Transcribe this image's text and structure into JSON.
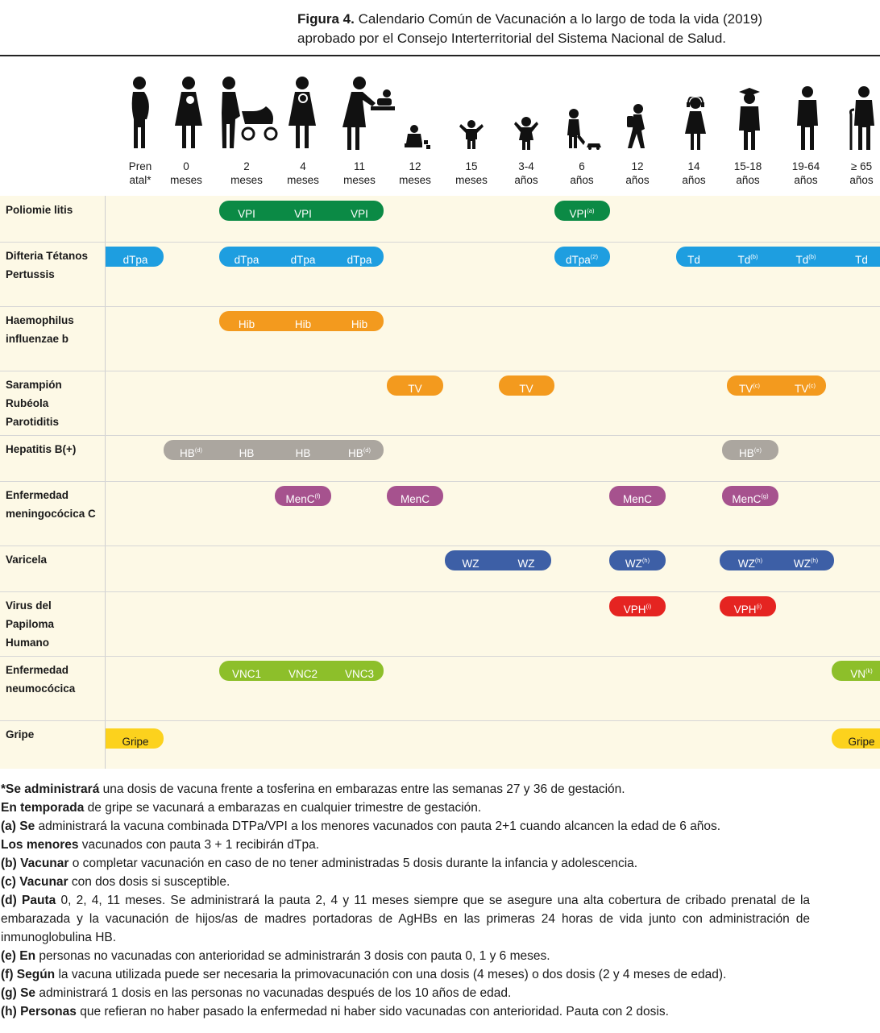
{
  "figure": {
    "title_bold": "Figura 4.",
    "title_line1": " Calendario Común de Vacunación a lo largo de toda la vida (2019)",
    "title_line2": "aprobado por el Consejo Interterritorial del Sistema Nacional de Salud."
  },
  "ages": [
    {
      "line1": "Pren",
      "line2": "atal*"
    },
    {
      "line1": "0",
      "line2": "meses"
    },
    {
      "line1": "2",
      "line2": "meses"
    },
    {
      "line1": "4",
      "line2": "meses"
    },
    {
      "line1": "11",
      "line2": "meses"
    },
    {
      "line1": "12",
      "line2": "meses"
    },
    {
      "line1": "15",
      "line2": "meses"
    },
    {
      "line1": "3-4",
      "line2": "años"
    },
    {
      "line1": "6",
      "line2": "años"
    },
    {
      "line1": "12",
      "line2": "años"
    },
    {
      "line1": "14",
      "line2": "años"
    },
    {
      "line1": "15-18",
      "line2": "años"
    },
    {
      "line1": "19-64",
      "line2": "años"
    },
    {
      "line1": "≥ 65",
      "line2": "años"
    }
  ],
  "colors": {
    "polio": "#0b8a45",
    "dtpa": "#1e9ee0",
    "hib": "#f39a1e",
    "tv": "#f39a1e",
    "hb": "#aba69f",
    "menc": "#a6528e",
    "vz": "#3d5fa6",
    "vph": "#e52421",
    "vnc": "#8dbf2a",
    "gripe": "#fcd21d"
  },
  "rows": [
    {
      "line1": "Poliomie litis",
      "line2": ""
    },
    {
      "line1": "Difteria Tétanos",
      "line2": "Pertussis"
    },
    {
      "line1": "Haemophilus",
      "line2": "influenzae b"
    },
    {
      "line1": "Sarampión",
      "line2": "Rubéola Parotiditis"
    },
    {
      "line1": "Hepatitis B(+)",
      "line2": ""
    },
    {
      "line1": "Enfermedad",
      "line2": "meningocócica C"
    },
    {
      "line1": "Varicela",
      "line2": ""
    },
    {
      "line1": "Virus del Papiloma",
      "line2": "Humano"
    },
    {
      "line1": "Enfermedad",
      "line2": "neumocócica"
    },
    {
      "line1": "Gripe",
      "line2": ""
    }
  ],
  "doses": {
    "polio": [
      {
        "label": "VPI",
        "sup": ""
      },
      {
        "label": "VPI",
        "sup": ""
      },
      {
        "label": "VPI",
        "sup": ""
      },
      {
        "label": "VPI",
        "sup": "(a)"
      }
    ],
    "dtp": [
      {
        "label": "dTpa",
        "sup": ""
      },
      {
        "label": "dTpa",
        "sup": ""
      },
      {
        "label": "dTpa",
        "sup": ""
      },
      {
        "label": "dTpa",
        "sup": ""
      },
      {
        "label": "dTpa",
        "sup": "(2)"
      },
      {
        "label": "Td",
        "sup": ""
      },
      {
        "label": "Td",
        "sup": "(b)"
      },
      {
        "label": "Td",
        "sup": "(b)"
      },
      {
        "label": "Td",
        "sup": ""
      }
    ],
    "hib": [
      {
        "label": "Hib",
        "sup": ""
      },
      {
        "label": "Hib",
        "sup": ""
      },
      {
        "label": "Hib",
        "sup": ""
      }
    ],
    "tv": [
      {
        "label": "TV",
        "sup": ""
      },
      {
        "label": "TV",
        "sup": ""
      },
      {
        "label": "TV",
        "sup": "(c)"
      },
      {
        "label": "TV",
        "sup": "(c)"
      }
    ],
    "hb": [
      {
        "label": "HB",
        "sup": "(d)"
      },
      {
        "label": "HB",
        "sup": ""
      },
      {
        "label": "HB",
        "sup": ""
      },
      {
        "label": "HB",
        "sup": "(d)"
      },
      {
        "label": "HB",
        "sup": "(e)"
      }
    ],
    "menc": [
      {
        "label": "MenC",
        "sup": "(f)"
      },
      {
        "label": "MenC",
        "sup": ""
      },
      {
        "label": "MenC",
        "sup": ""
      },
      {
        "label": "MenC",
        "sup": "(g)"
      }
    ],
    "vz": [
      {
        "label": "WZ",
        "sup": ""
      },
      {
        "label": "WZ",
        "sup": ""
      },
      {
        "label": "WZ",
        "sup": "(h)"
      },
      {
        "label": "WZ",
        "sup": "(h)"
      },
      {
        "label": "WZ",
        "sup": "(h)"
      }
    ],
    "vph": [
      {
        "label": "VPH",
        "sup": "(i)"
      },
      {
        "label": "VPH",
        "sup": "(i)"
      }
    ],
    "vnc": [
      {
        "label": "VNC1",
        "sup": ""
      },
      {
        "label": "VNC2",
        "sup": ""
      },
      {
        "label": "VNC3",
        "sup": ""
      },
      {
        "label": "VN",
        "sup": "(k)"
      }
    ],
    "gripe": [
      {
        "label": "Gripe",
        "sup": ""
      },
      {
        "label": "Gripe",
        "sup": ""
      }
    ]
  },
  "notes": [
    {
      "bold": "*Se administrará",
      "text": " una dosis de vacuna frente a tosferina en embarazas entre las semanas 27 y 36 de gestación."
    },
    {
      "bold": "En temporada",
      "text": " de gripe se vacunará a embarazas en cualquier trimestre de gestación."
    },
    {
      "bold": "(a) Se",
      "text": " administrará la vacuna combinada DTPa/VPI a los menores vacunados con pauta 2+1 cuando alcancen la edad de 6 años."
    },
    {
      "bold": "Los menores",
      "text": " vacunados con pauta 3 + 1 recibirán dTpa."
    },
    {
      "bold": "(b) Vacunar",
      "text": " o completar vacunación en caso de no tener administradas 5 dosis durante la infancia y adolescencia."
    },
    {
      "bold": "(c) Vacunar",
      "text": " con dos dosis si susceptible."
    },
    {
      "bold": "(d) Pauta",
      "text": " 0, 2, 4, 11 meses. Se administrará la pauta 2, 4 y 11 meses siempre que se asegure una alta cobertura de cribado prenatal de la embarazada y la vacunación de hijos/as de madres portadoras de AgHBs en las primeras 24 horas de vida junto con administración de inmunoglobulina HB."
    },
    {
      "bold": "(e) En",
      "text": " personas no vacunadas con anterioridad se administrarán 3 dosis con pauta 0, 1 y 6 meses."
    },
    {
      "bold": "(f) Según",
      "text": " la vacuna utilizada puede ser necesaria la primovacunación con una dosis (4 meses) o dos dosis (2 y 4 meses de edad)."
    },
    {
      "bold": "(g) Se",
      "text": " administrará 1 dosis en las personas no vacunadas después de los 10 años de edad."
    },
    {
      "bold": "(h) Personas",
      "text": " que refieran no haber pasado la enfermedad ni haber sido vacunadas con anterioridad. Pauta con 2 dosis."
    }
  ]
}
